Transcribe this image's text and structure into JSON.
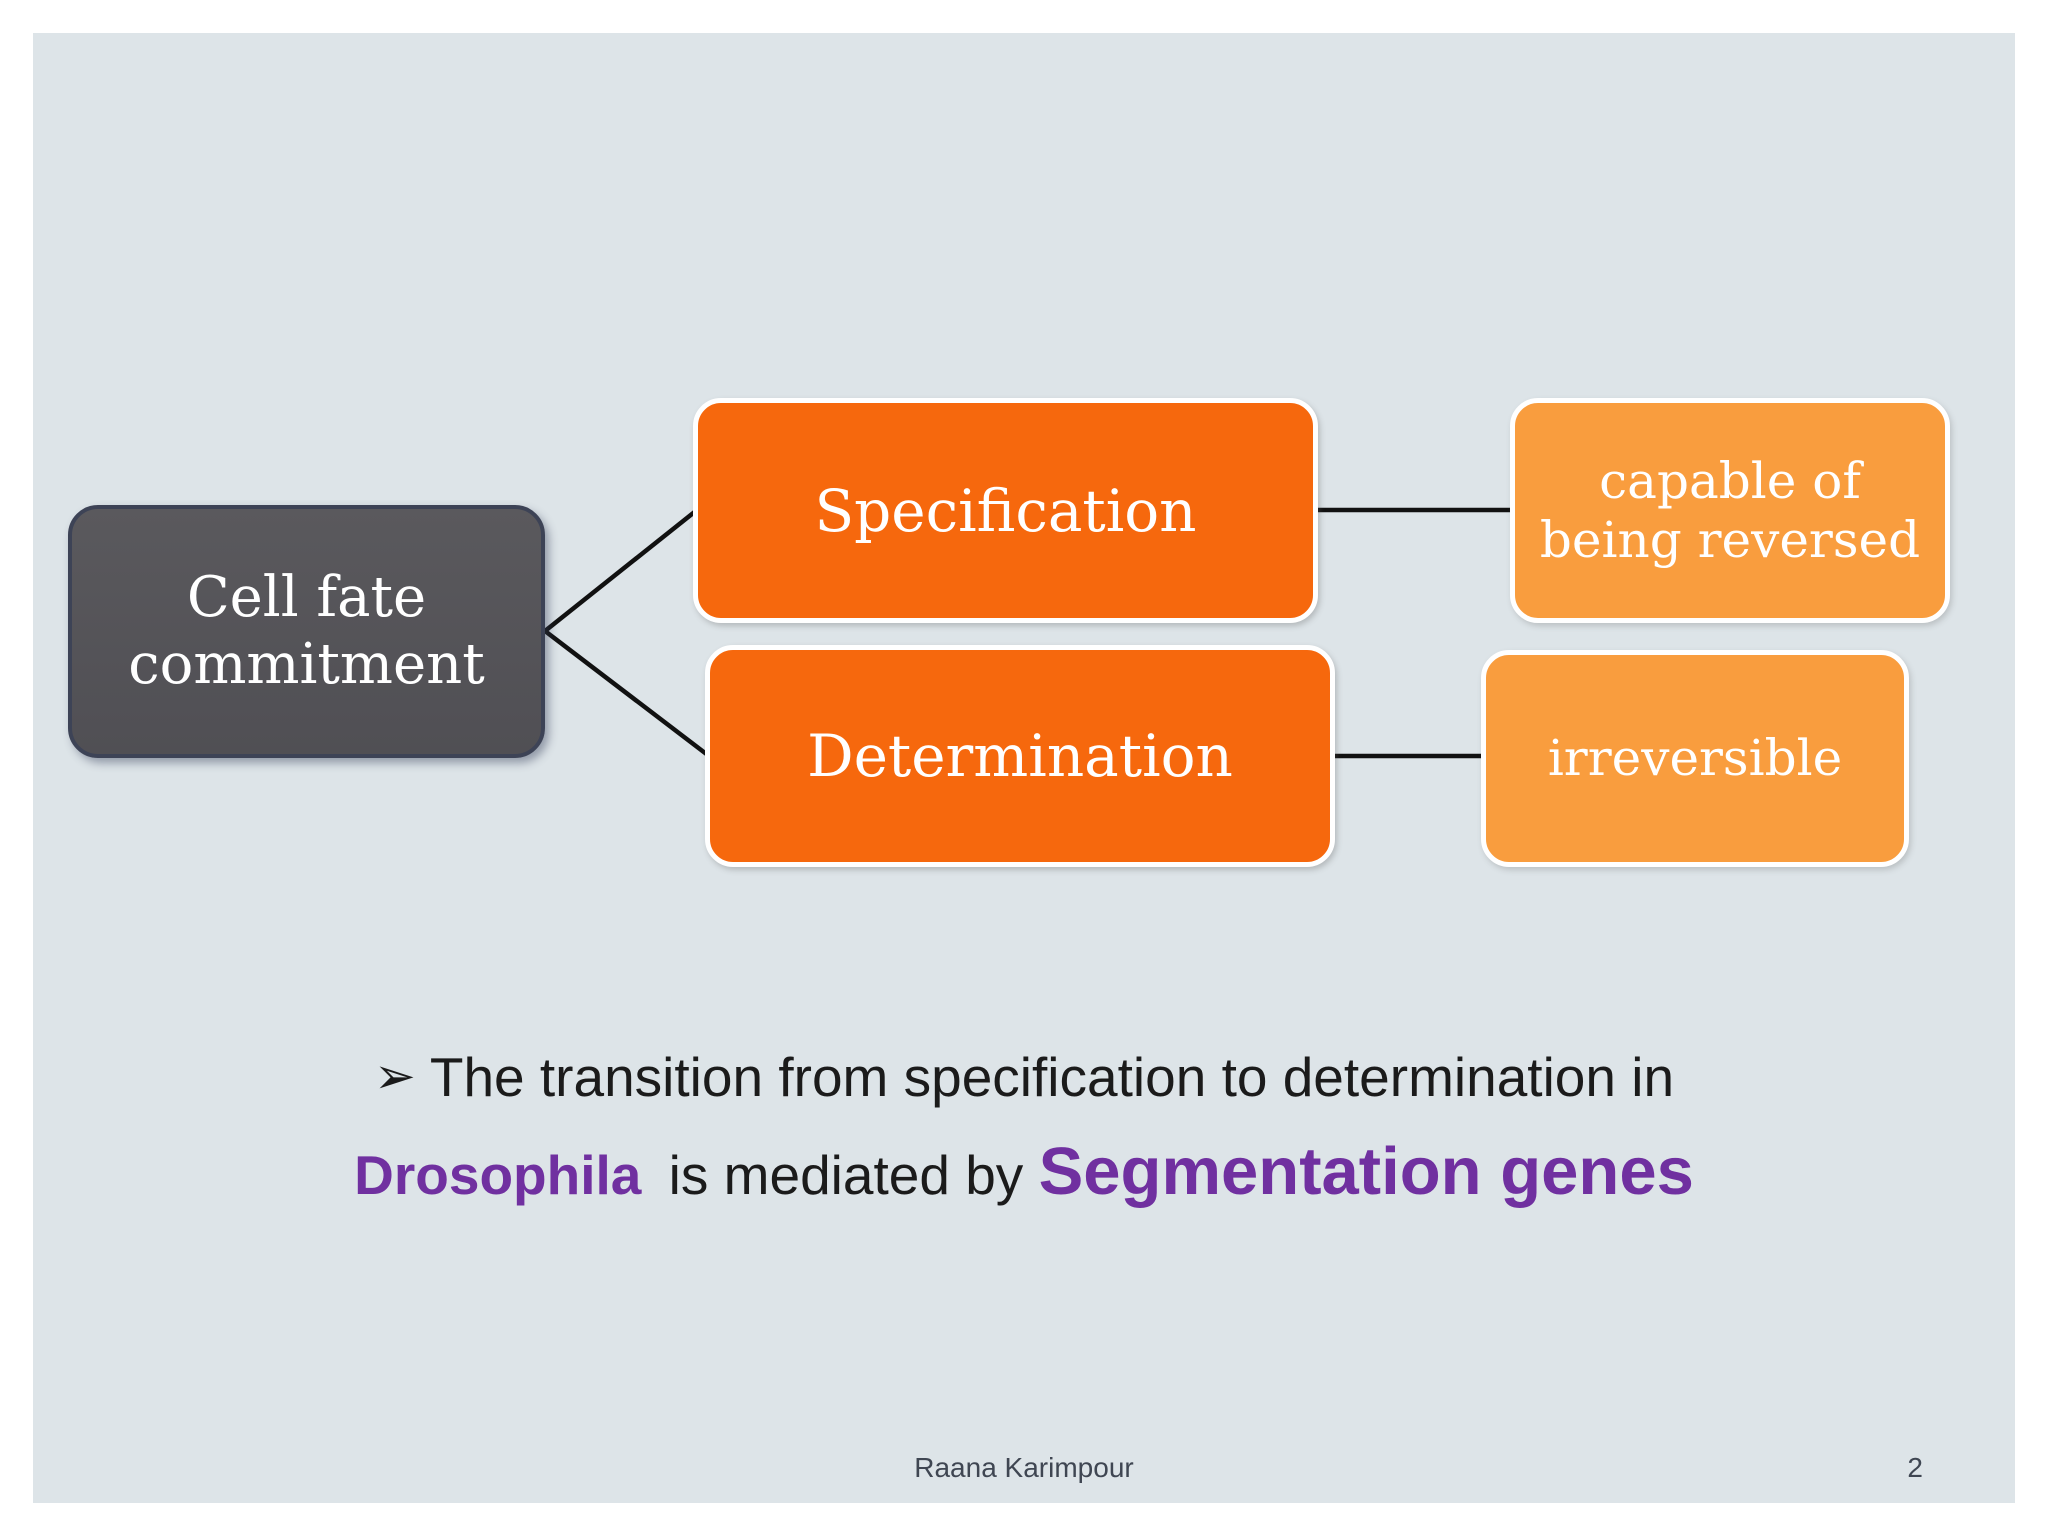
{
  "slide": {
    "footer": {
      "author": "Raana Karimpour",
      "page_number": "2"
    }
  },
  "diagram": {
    "root": {
      "label": "Cell fate commitment"
    },
    "level1": [
      {
        "label": "Specification"
      },
      {
        "label": "Determination"
      }
    ],
    "level2": [
      {
        "label": "capable of being reversed"
      },
      {
        "label": "irreversible"
      }
    ]
  },
  "body": {
    "bullet_icon": "➢",
    "line1": "The transition from specification to determination in",
    "emphasis_word": "Drosophila",
    "line2_middle": " is mediated by ",
    "emphasis_phrase": "Segmentation genes"
  },
  "colors": {
    "slide_background": "#dde4e8",
    "orange_primary": "#f6680d",
    "orange_light": "#f99d3e",
    "dark_node_fill": "#535157",
    "dark_node_border": "#3d4356",
    "purple_accent": "#7030a0",
    "connector": "#111111",
    "body_text": "#1b1b1b",
    "footer_text": "#3f4652"
  }
}
